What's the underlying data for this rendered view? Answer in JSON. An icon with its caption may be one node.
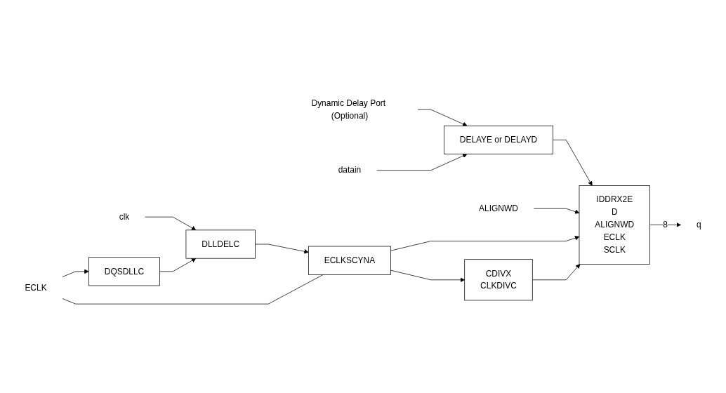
{
  "diagram": {
    "nodes": [
      {
        "text": [
          "Dynamic Delay Port (Optional)"
        ]
      },
      {
        "text": [
          "DELAYE or DELAYD"
        ]
      },
      {
        "text": [
          "ECLK"
        ]
      },
      {
        "text": [
          "datain"
        ]
      },
      {
        "text": [
          "IDDRX2E",
          "D",
          "ALIGNWD",
          "ECLK",
          "SCLK"
        ]
      },
      {
        "text": [
          "q"
        ]
      },
      {
        "text": [
          "ALIGNWD"
        ]
      },
      {
        "text": [
          "ECLKSCYNA"
        ]
      },
      {
        "text": [
          "clk"
        ]
      },
      {
        "text": [
          "DLLDELC"
        ]
      },
      {
        "text": [
          "CDIVX",
          "CLKDIVC"
        ]
      },
      {
        "text": [
          "DQSDLLC"
        ]
      }
    ],
    "edges": [
      {
        "from": 0,
        "to": 1,
        "arrow": "to"
      },
      {
        "from": 3,
        "to": 1,
        "arrow": "to"
      },
      {
        "from": 1,
        "to": 4,
        "arrow": "to"
      },
      {
        "from": 6,
        "to": 4,
        "arrow": "to"
      },
      {
        "from": 4,
        "to": 5,
        "arrow": "to",
        "label": "8"
      },
      {
        "from": 8,
        "to": 9,
        "arrow": "to"
      },
      {
        "from": 11,
        "to": 9,
        "arrow": "to"
      },
      {
        "from": 9,
        "to": 7,
        "arrow": "to"
      },
      {
        "from": 7,
        "to": 4,
        "arrow": "to"
      },
      {
        "from": 7,
        "to": 2,
        "arrow": "none"
      },
      {
        "from": 7,
        "to": 10,
        "arrow": "to"
      },
      {
        "from": 10,
        "to": 4,
        "arrow": "to"
      },
      {
        "from": 2,
        "to": 11,
        "arrow": "to"
      }
    ]
  }
}
